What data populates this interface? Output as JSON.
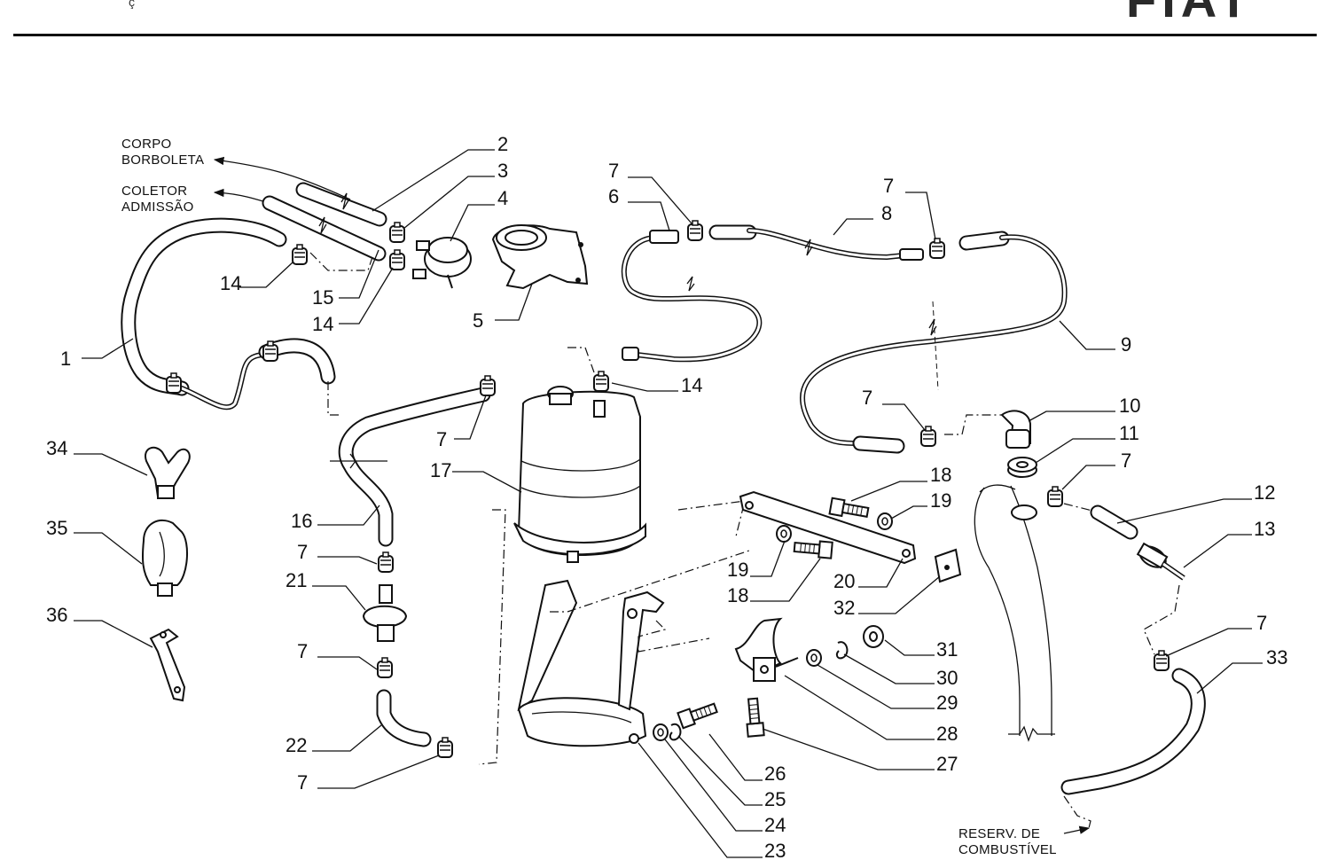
{
  "header": {
    "brand_logo_text": "FIAT",
    "header_fragment": "ç"
  },
  "destinations": {
    "throttle_body": [
      "CORPO",
      "BORBOLETA"
    ],
    "intake_manifold": [
      "COLETOR",
      "ADMISSÃO"
    ],
    "fuel_tank": [
      "RESERV. DE",
      "COMBUSTÍVEL"
    ]
  },
  "callouts": {
    "c1": "1",
    "c2": "2",
    "c3": "3",
    "c4": "4",
    "c5": "5",
    "c6": "6",
    "c7": "7",
    "c8": "8",
    "c9": "9",
    "c10": "10",
    "c11": "11",
    "c12": "12",
    "c13": "13",
    "c14": "14",
    "c15": "15",
    "c16": "16",
    "c17": "17",
    "c18": "18",
    "c19": "19",
    "c20": "20",
    "c21": "21",
    "c22": "22",
    "c23": "23",
    "c24": "24",
    "c25": "25",
    "c26": "26",
    "c27": "27",
    "c28": "28",
    "c29": "29",
    "c30": "30",
    "c31": "31",
    "c32": "32",
    "c33": "33",
    "c34": "34",
    "c35": "35",
    "c36": "36"
  }
}
